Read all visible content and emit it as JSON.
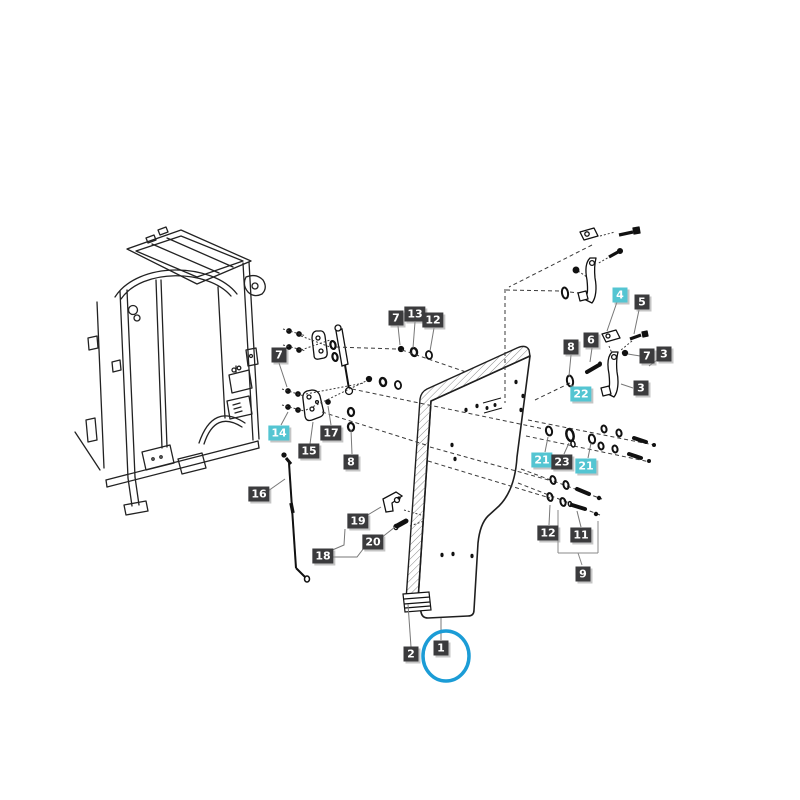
{
  "colors": {
    "background": "#ffffff",
    "line": "#1f1f1f",
    "dashed_line": "#3a3a3a",
    "leader_line": "#777777",
    "tag_dark_bg": "#3b3b3d",
    "tag_highlight_bg": "#54c5d2",
    "tag_text": "#ffffff",
    "highlight_circle": "#1b9cd6"
  },
  "callouts": [
    {
      "text": "7",
      "highlighted": false,
      "circled": false
    },
    {
      "text": "7",
      "highlighted": false,
      "circled": false
    },
    {
      "text": "13",
      "highlighted": false,
      "circled": false
    },
    {
      "text": "12",
      "highlighted": false,
      "circled": false
    },
    {
      "text": "8",
      "highlighted": false,
      "circled": false
    },
    {
      "text": "6",
      "highlighted": false,
      "circled": false
    },
    {
      "text": "4",
      "highlighted": true,
      "circled": false
    },
    {
      "text": "5",
      "highlighted": false,
      "circled": false
    },
    {
      "text": "7",
      "highlighted": false,
      "circled": false
    },
    {
      "text": "3",
      "highlighted": false,
      "circled": false
    },
    {
      "text": "3",
      "highlighted": false,
      "circled": false
    },
    {
      "text": "22",
      "highlighted": true,
      "circled": false
    },
    {
      "text": "14",
      "highlighted": true,
      "circled": false
    },
    {
      "text": "17",
      "highlighted": false,
      "circled": false
    },
    {
      "text": "15",
      "highlighted": false,
      "circled": false
    },
    {
      "text": "8",
      "highlighted": false,
      "circled": false
    },
    {
      "text": "16",
      "highlighted": false,
      "circled": false
    },
    {
      "text": "21",
      "highlighted": true,
      "circled": false
    },
    {
      "text": "23",
      "highlighted": false,
      "circled": false
    },
    {
      "text": "21",
      "highlighted": true,
      "circled": false
    },
    {
      "text": "12",
      "highlighted": false,
      "circled": false
    },
    {
      "text": "11",
      "highlighted": false,
      "circled": false
    },
    {
      "text": "9",
      "highlighted": false,
      "circled": false
    },
    {
      "text": "19",
      "highlighted": false,
      "circled": false
    },
    {
      "text": "20",
      "highlighted": false,
      "circled": false
    },
    {
      "text": "18",
      "highlighted": false,
      "circled": false
    },
    {
      "text": "2",
      "highlighted": false,
      "circled": false
    },
    {
      "text": "1",
      "highlighted": false,
      "circled": true
    }
  ]
}
